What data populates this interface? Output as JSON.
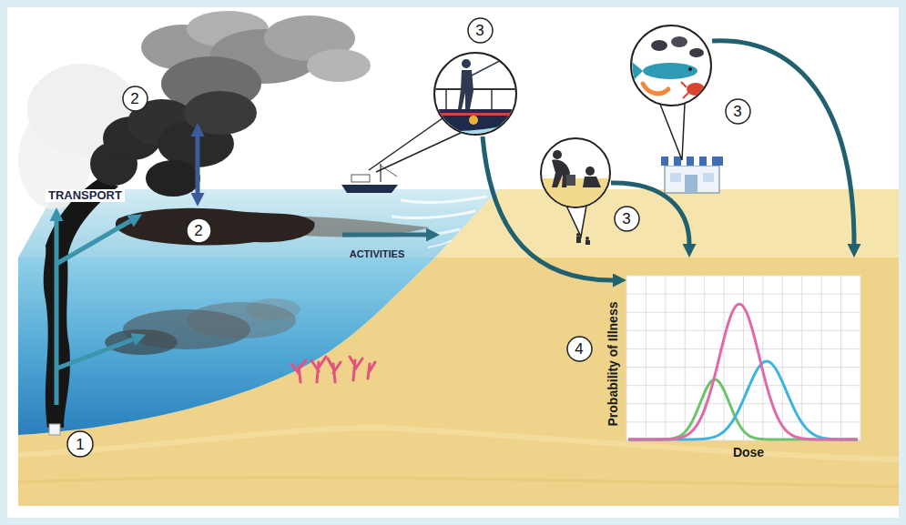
{
  "diagram": {
    "nodes": [
      {
        "text": [
          "3"
        ]
      },
      {
        "text": [
          "2"
        ]
      },
      {
        "text": [
          "3"
        ]
      },
      {
        "text": [
          "3"
        ]
      },
      {
        "text": [
          "2"
        ]
      },
      {
        "text": [
          "4"
        ]
      },
      {
        "text": [
          "Probability of Illness",
          "Dose"
        ]
      },
      {
        "text": [
          "1"
        ]
      }
    ],
    "labels": [
      "TRANSPORT",
      "ACTIVITIES"
    ]
  }
}
